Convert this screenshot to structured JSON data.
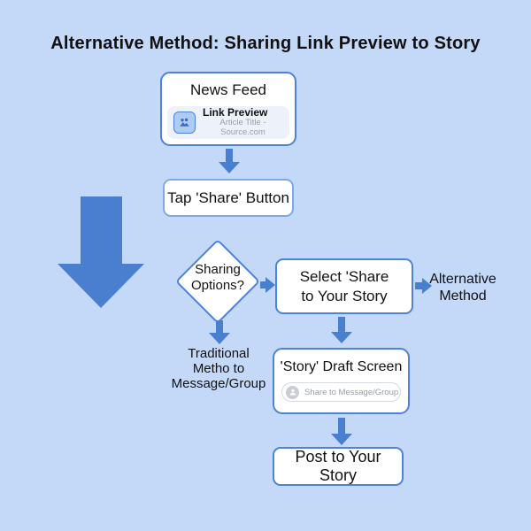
{
  "title": "Alternative Method: Sharing Link Preview to Story",
  "colors": {
    "background": "#c4d8f8",
    "arrow_blue": "#4a7ecf",
    "box_border_blue": "#4d82d9",
    "text_black": "#111111",
    "text_gray": "#989ea8"
  },
  "nodes": {
    "news_feed": {
      "title": "News Feed",
      "link_preview": {
        "icon": "image-icon",
        "label": "Link Preview",
        "subtitle": "Article Title - Source.com"
      }
    },
    "tap_share": {
      "label": "Tap 'Share' Button"
    },
    "decision": {
      "line1": "Sharing",
      "line2": "Options?"
    },
    "select_share": {
      "line1": "Select 'Share",
      "line2": "to Your Story"
    },
    "alternative_method": {
      "line1": "Alternative",
      "line2": "Method"
    },
    "traditional": {
      "line1": "Traditional",
      "line2": "Metho to",
      "line3": "Message/Group"
    },
    "story_draft": {
      "title": "'Story' Draft Screen",
      "input": {
        "icon": "person-icon",
        "placeholder": "Share to Message/Group"
      }
    },
    "post_story": {
      "label": "Post to Your Story"
    }
  }
}
